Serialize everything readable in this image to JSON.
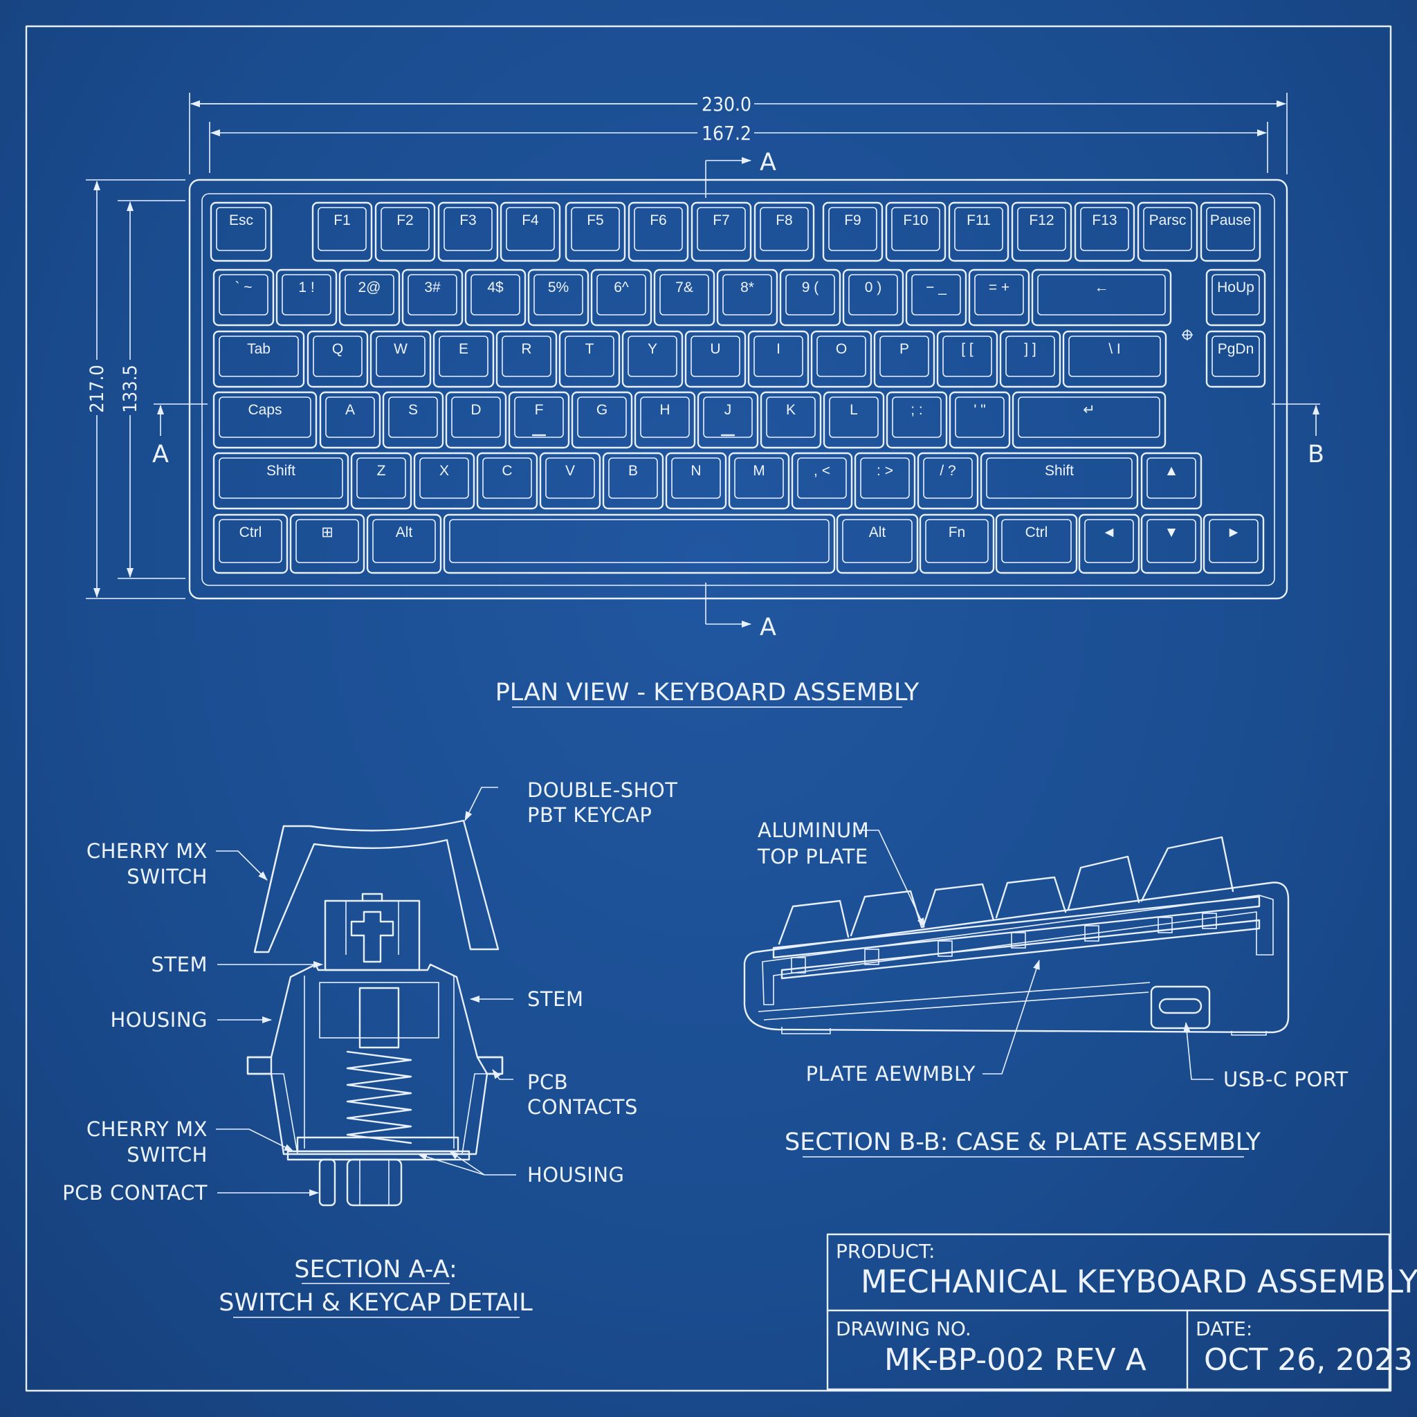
{
  "plan": {
    "dim_overall_width": "230.0",
    "dim_plate_width": "167.2",
    "dim_overall_height": "217.0",
    "dim_plate_height": "133.5",
    "section_mark_a": "A",
    "section_mark_b": "B",
    "title": "PLAN VIEW - KEYBOARD ASSEMBLY"
  },
  "keys": {
    "row_function": [
      "Esc",
      "F1",
      "F2",
      "F3",
      "F4",
      "F5",
      "F6",
      "F7",
      "F8",
      "F9",
      "F10",
      "F11",
      "F12",
      "F13",
      "Parsc",
      "Pause"
    ],
    "row_number": [
      "` ~",
      "1 !",
      "2@",
      "3#",
      "4$",
      "5%",
      "6^",
      "7&",
      "8*",
      "9 (",
      "0 )",
      "− _",
      "= +",
      "←",
      "HoUp"
    ],
    "row_top": [
      "Tab",
      "Q",
      "W",
      "E",
      "R",
      "T",
      "Y",
      "U",
      "I",
      "O",
      "P",
      "[ [",
      "] ]",
      "\\ I",
      "PgDn"
    ],
    "row_home": [
      "Caps",
      "A",
      "S",
      "D",
      "F",
      "G",
      "H",
      "J",
      "K",
      "L",
      "; :",
      "' \"",
      "↵"
    ],
    "row_shift": [
      "Shift",
      "Z",
      "X",
      "C",
      "V",
      "B",
      "N",
      "M",
      ", <",
      ": >",
      "/ ?",
      "Shift",
      "▲"
    ],
    "row_bottom": [
      "Ctrl",
      "⊞",
      "Alt",
      "",
      "Alt",
      "Fn",
      "Ctrl",
      "◄",
      "▼",
      "►"
    ]
  },
  "section_a": {
    "title_line1": "SECTION A-A:",
    "title_line2": "SWITCH & KEYCAP DETAIL",
    "callouts": {
      "keycap_l1": "DOUBLE-SHOT",
      "keycap_l2": "PBT KEYCAP",
      "switch_top_l1": "CHERRY MX",
      "switch_top_l2": "SWITCH",
      "stem_left": "STEM",
      "stem_right": "STEM",
      "housing_left": "HOUSING",
      "pcb_contacts_l1": "PCB",
      "pcb_contacts_l2": "CONTACTS",
      "switch_bottom_l1": "CHERRY MX",
      "switch_bottom_l2": "SWITCH",
      "housing_right": "HOUSING",
      "pcb_contact": "PCB CONTACT"
    }
  },
  "section_b": {
    "title": "SECTION B-B: CASE & PLATE ASSEMBLY",
    "callouts": {
      "plate_l1": "ALUMINUM",
      "plate_l2": "TOP PLATE",
      "plate_assembly": "PLATE AEWMBLY",
      "usb": "USB-C PORT"
    }
  },
  "title_block": {
    "product_label": "PRODUCT:",
    "product_value": "MECHANICAL KEYBOARD ASSEMBLY",
    "drawing_label": "DRAWING NO.",
    "drawing_value": "MK-BP-002 REV A",
    "date_label": "DATE:",
    "date_value": "OCT 26, 2023"
  }
}
